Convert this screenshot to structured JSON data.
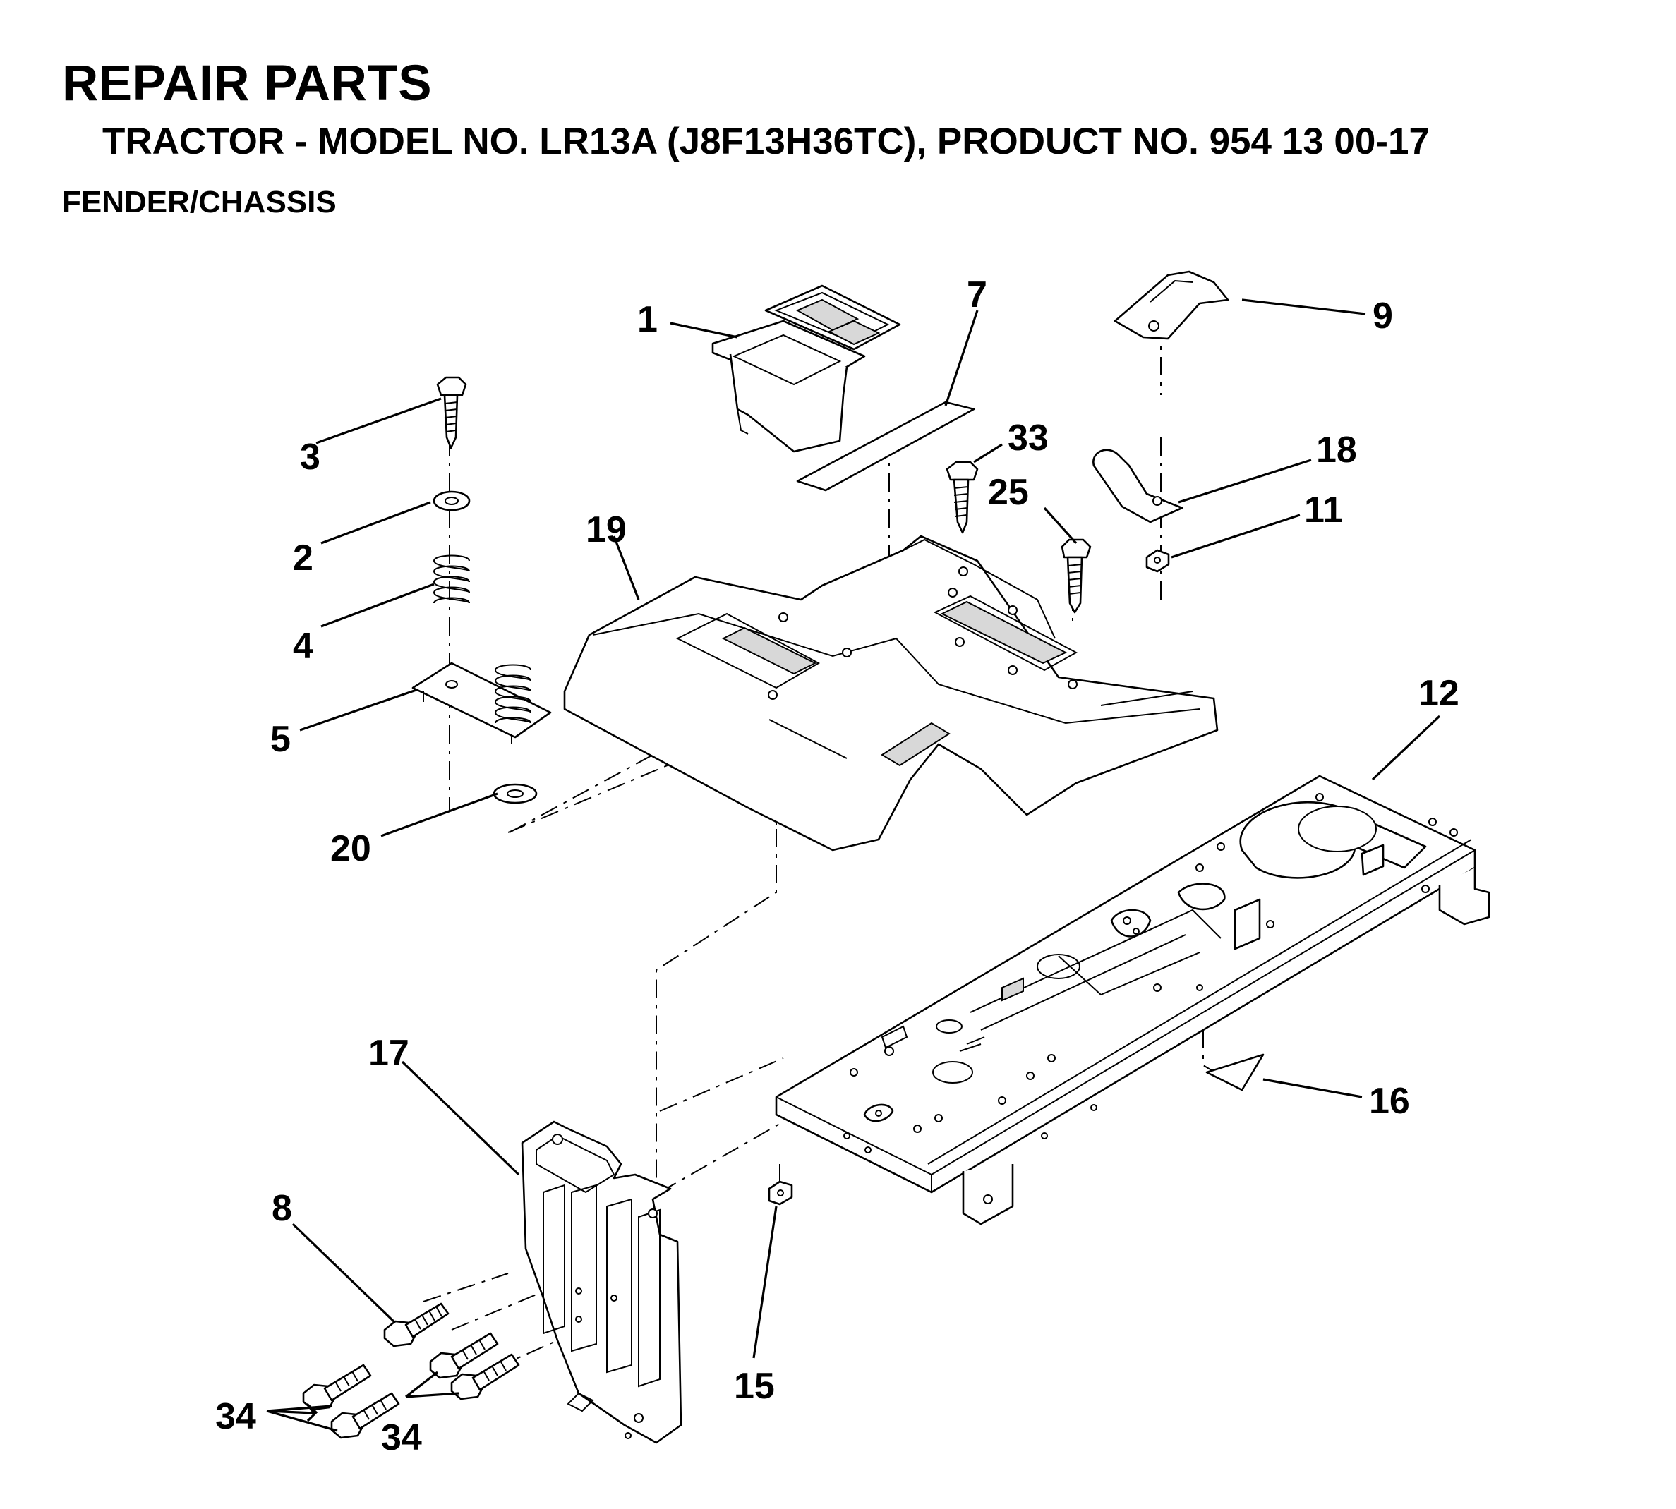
{
  "header": {
    "title": "REPAIR PARTS",
    "subtitle": "TRACTOR - MODEL NO. LR13A (J8F13H36TC),  PRODUCT NO. 954 13 00-17",
    "section": "FENDER/CHASSIS"
  },
  "callouts": {
    "c1": "1",
    "c2": "2",
    "c3": "3",
    "c4": "4",
    "c5": "5",
    "c7": "7",
    "c8": "8",
    "c9": "9",
    "c11": "11",
    "c12": "12",
    "c15": "15",
    "c16": "16",
    "c17": "17",
    "c18": "18",
    "c19": "19",
    "c20": "20",
    "c25": "25",
    "c33": "33",
    "c34a": "34",
    "c34b": "34"
  }
}
